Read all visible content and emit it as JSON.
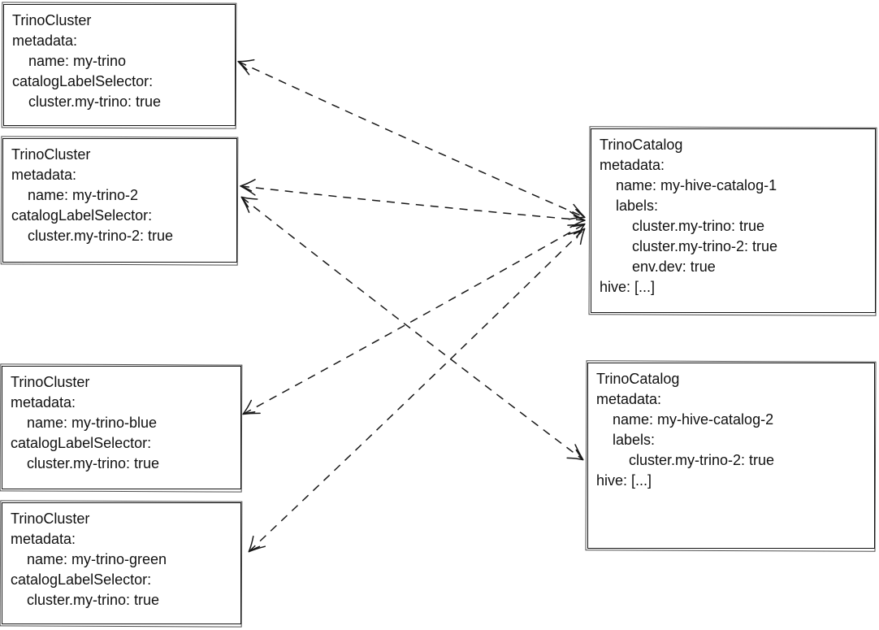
{
  "diagram": {
    "style": {
      "background_color": "#ffffff",
      "box_border_color": "#141414",
      "text_color": "#111111",
      "connector_color": "#181818",
      "connector_style": "dashed",
      "arrowheads": "both-ends"
    },
    "boxes": {
      "cluster_my_trino": {
        "kind": "TrinoCluster",
        "name": "my-trino",
        "lines": [
          "TrinoCluster",
          "metadata:",
          "    name: my-trino",
          "catalogLabelSelector:",
          "    cluster.my-trino: true"
        ]
      },
      "cluster_my_trino_2": {
        "kind": "TrinoCluster",
        "name": "my-trino-2",
        "lines": [
          "TrinoCluster",
          "metadata:",
          "    name: my-trino-2",
          "catalogLabelSelector:",
          "    cluster.my-trino-2: true"
        ]
      },
      "cluster_my_trino_blue": {
        "kind": "TrinoCluster",
        "name": "my-trino-blue",
        "lines": [
          "TrinoCluster",
          "metadata:",
          "    name: my-trino-blue",
          "catalogLabelSelector:",
          "    cluster.my-trino: true"
        ]
      },
      "cluster_my_trino_green": {
        "kind": "TrinoCluster",
        "name": "my-trino-green",
        "lines": [
          "TrinoCluster",
          "metadata:",
          "    name: my-trino-green",
          "catalogLabelSelector:",
          "    cluster.my-trino: true"
        ]
      },
      "catalog_1": {
        "kind": "TrinoCatalog",
        "name": "my-hive-catalog-1",
        "lines": [
          "TrinoCatalog",
          "metadata:",
          "    name: my-hive-catalog-1",
          "    labels:",
          "        cluster.my-trino: true",
          "        cluster.my-trino-2: true",
          "        env.dev: true",
          "hive: [...]"
        ]
      },
      "catalog_2": {
        "kind": "TrinoCatalog",
        "name": "my-hive-catalog-2",
        "lines": [
          "TrinoCatalog",
          "metadata:",
          "    name: my-hive-catalog-2",
          "    labels:",
          "        cluster.my-trino-2: true",
          "hive: [...]"
        ]
      }
    },
    "edges": [
      {
        "from": "my-trino",
        "to": "my-hive-catalog-1"
      },
      {
        "from": "my-trino-2",
        "to": "my-hive-catalog-1"
      },
      {
        "from": "my-trino-2",
        "to": "my-hive-catalog-2"
      },
      {
        "from": "my-trino-blue",
        "to": "my-hive-catalog-1"
      },
      {
        "from": "my-trino-green",
        "to": "my-hive-catalog-1"
      }
    ]
  }
}
